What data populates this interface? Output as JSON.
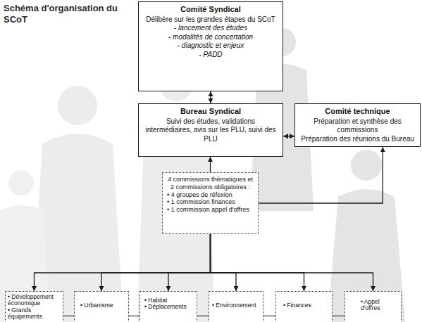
{
  "diagram": {
    "title": "Schéma d'organisation du SCoT",
    "nodes": [
      {
        "text": [
          "Comité Syndical",
          "Délibère sur les grandes étapes du SCoT",
          "- lancement des études",
          "- modalités de concertation",
          "- diagnostic et enjeux",
          "- PADD"
        ]
      },
      {
        "text": [
          "Bureau Syndical",
          "Suivi des études, validations intermédiaires, avis sur les PLU, suivi des PLU"
        ]
      },
      {
        "text": [
          "Comité technique",
          "Préparation et synthèse des commissions",
          "Préparation des réunions du Bureau"
        ]
      },
      {
        "text": [
          "4 commissions thématiques et 2 commissions obligatoires :",
          "• 4 groupes de réfexion",
          "• 1 commission finances",
          "• 1 commission appel d'offres"
        ]
      },
      {
        "text": [
          "• Développement économique",
          "• Grands équipements"
        ]
      },
      {
        "text": [
          "• Urbanisme"
        ]
      },
      {
        "text": [
          "• Habitat",
          "• Déplacements"
        ]
      },
      {
        "text": [
          "• Environnement"
        ]
      },
      {
        "text": [
          "• Finances"
        ]
      },
      {
        "text": [
          "• Appel d'offres"
        ]
      }
    ],
    "edges": [
      {
        "from": 0,
        "to": 1,
        "arrow": "both"
      },
      {
        "from": 1,
        "to": 2,
        "arrow": "both"
      },
      {
        "from": 3,
        "to": 1,
        "arrow": "to"
      },
      {
        "from": 3,
        "to": 2,
        "arrow": "to"
      },
      {
        "from": 3,
        "to": 4,
        "arrow": "to"
      },
      {
        "from": 3,
        "to": 5,
        "arrow": "to"
      },
      {
        "from": 3,
        "to": 6,
        "arrow": "to"
      },
      {
        "from": 3,
        "to": 7,
        "arrow": "to"
      },
      {
        "from": 3,
        "to": 8,
        "arrow": "to"
      },
      {
        "from": 3,
        "to": 9,
        "arrow": "to"
      },
      {
        "from": 4,
        "to": 5,
        "arrow": "none"
      },
      {
        "from": 5,
        "to": 6,
        "arrow": "none"
      },
      {
        "from": 6,
        "to": 7,
        "arrow": "none"
      },
      {
        "from": 7,
        "to": 8,
        "arrow": "none"
      },
      {
        "from": 8,
        "to": 9,
        "arrow": "none"
      }
    ]
  }
}
